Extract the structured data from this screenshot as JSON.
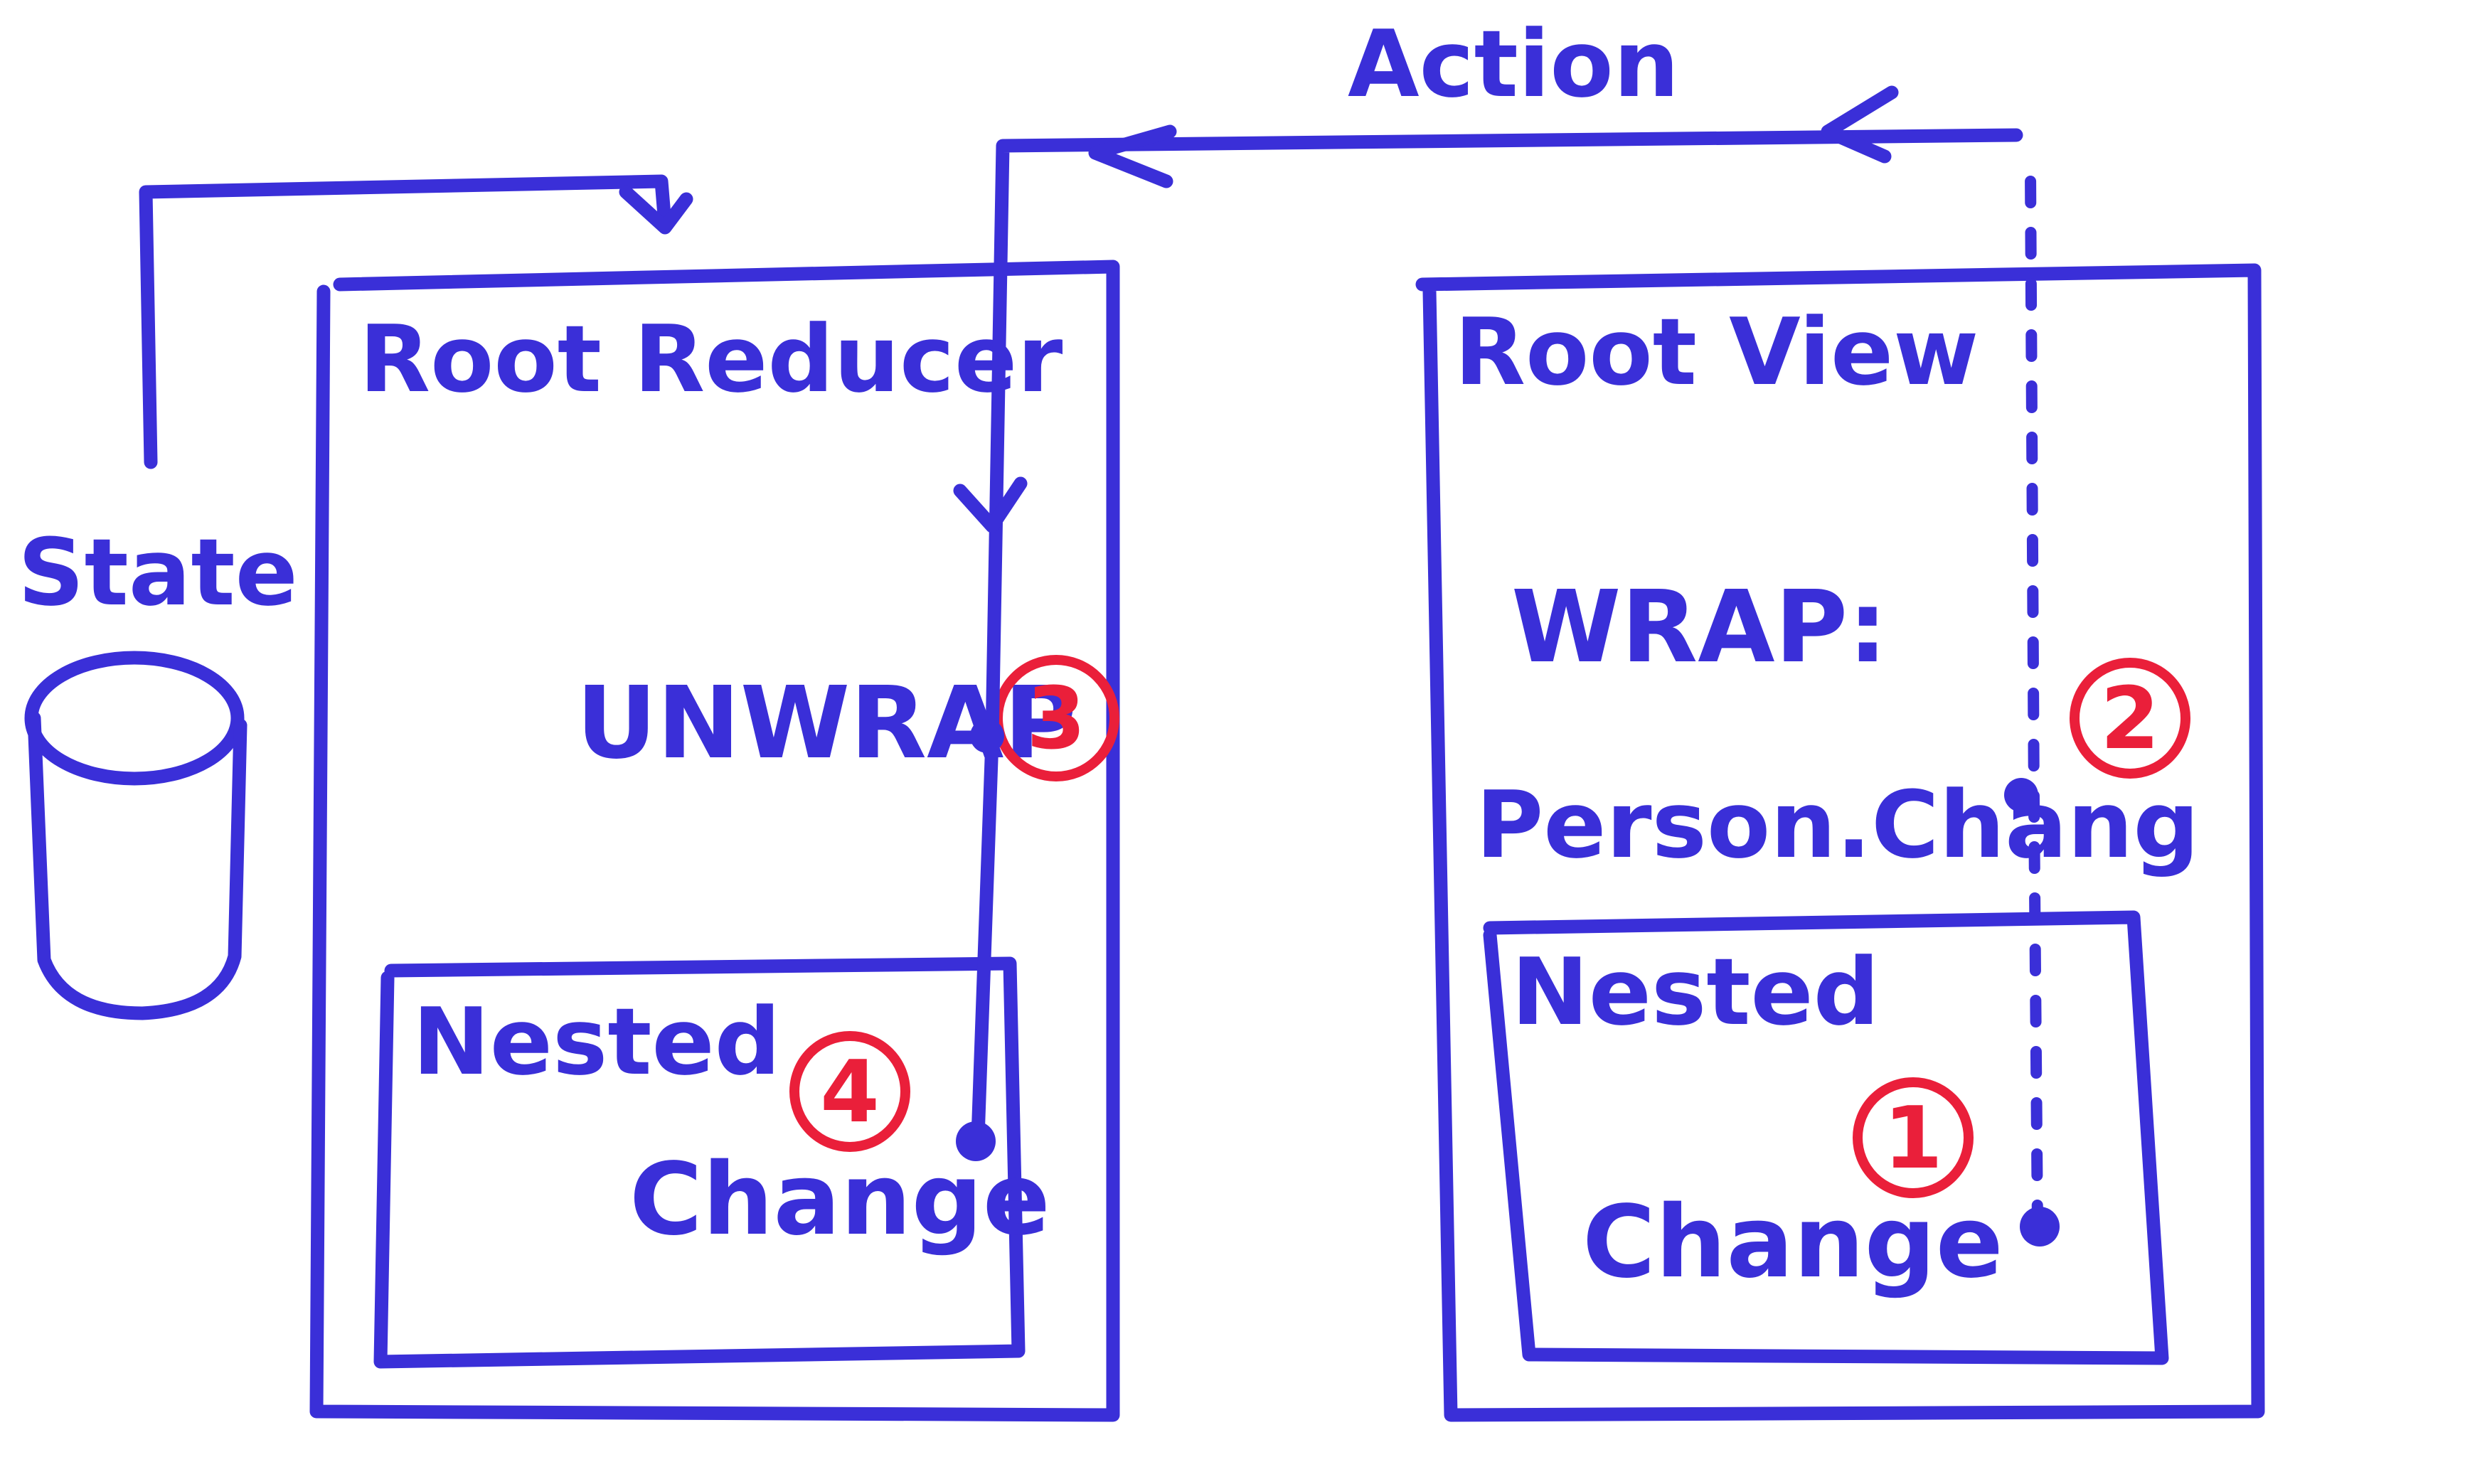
{
  "diagram": {
    "action_label": "Action",
    "state_label": "State",
    "root_reducer": {
      "title": "Root Reducer",
      "step_text": "UNWRAP",
      "step_number": "3",
      "nested": {
        "title": "Nested",
        "text": "Change",
        "step_number": "4"
      }
    },
    "root_view": {
      "title": "Root View",
      "wrap_label": "WRAP:",
      "wrap_text": "Person.Chang",
      "step_number": "2",
      "nested": {
        "title": "Nested",
        "text": "Change",
        "step_number": "1"
      }
    }
  },
  "colors": {
    "ink": "#3a2fd8",
    "marker_red": "#ea1f3a",
    "background": "#ffffff"
  }
}
